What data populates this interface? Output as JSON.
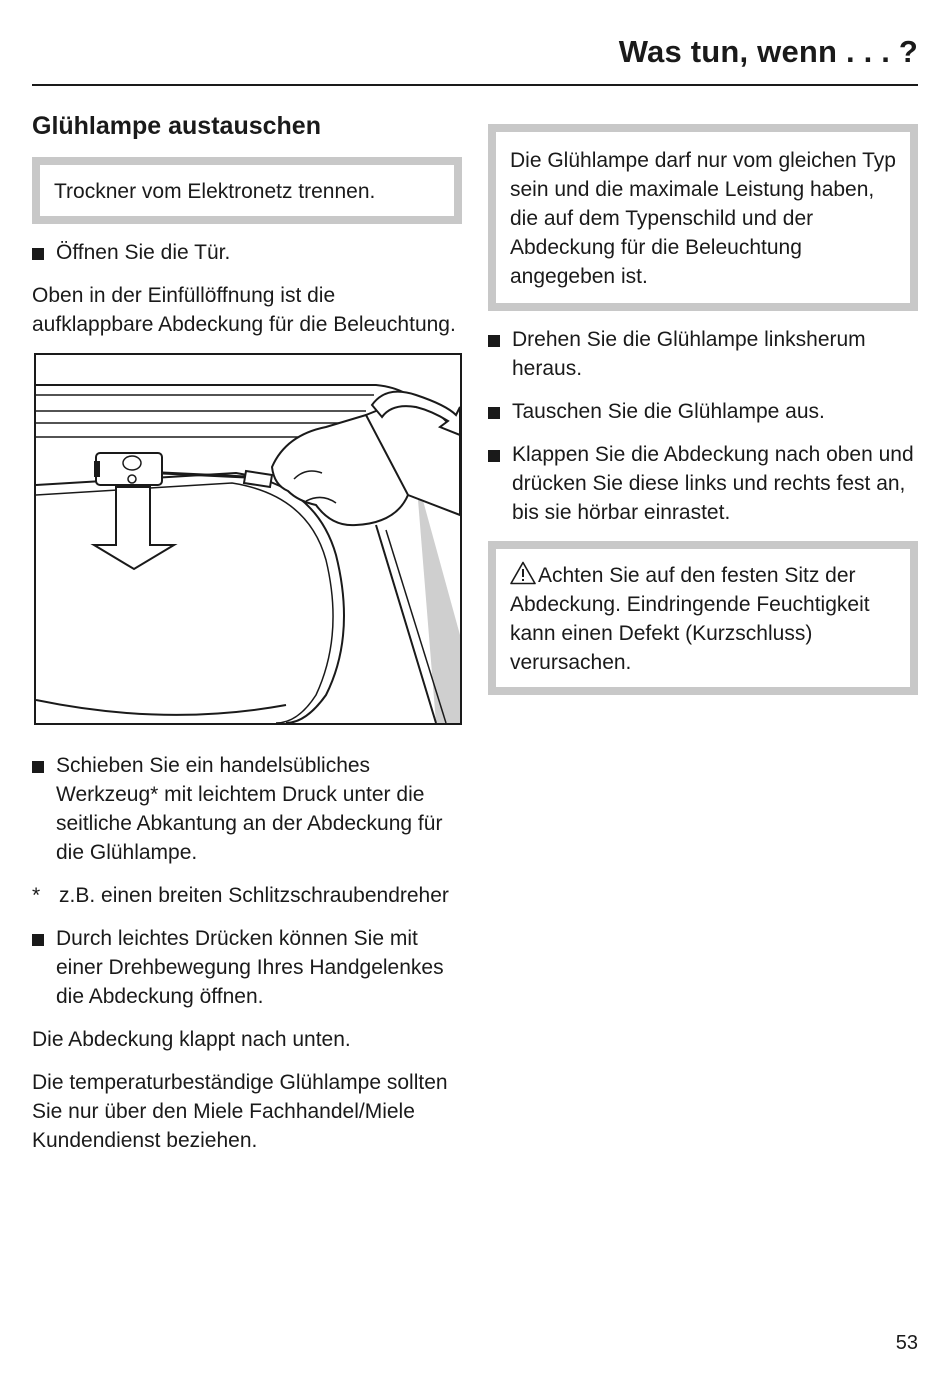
{
  "header": {
    "title": "Was tun, wenn . . . ?"
  },
  "section": {
    "title": "Glühlampe austauschen"
  },
  "left": {
    "box": "Trockner vom Elektronetz trennen.",
    "step1": "Öffnen Sie die Tür.",
    "para1": "Oben in der Einfüllöffnung ist die aufklappbare Abdeckung für die Beleuchtung.",
    "step2": "Schieben Sie ein handelsübliches Werkzeug* mit leichtem Druck unter die seitliche Abkantung an der Abdeckung für die Glühlampe.",
    "footnote_mark": "*",
    "footnote": "z.B. einen breiten Schlitzschraubendreher",
    "step3": "Durch leichtes Drücken können Sie mit einer Drehbewegung Ihres Handgelenkes die Abdeckung öffnen.",
    "para2": "Die Abdeckung klappt nach unten.",
    "para3": "Die temperaturbeständige Glühlampe sollten Sie nur über den Miele Fachhandel/Miele Kundendienst beziehen."
  },
  "right": {
    "box": "Die Glühlampe darf nur vom gleichen Typ sein und die maximale Leistung haben, die auf dem Typenschild und der Abdeckung für die Beleuchtung angegeben ist.",
    "step1": "Drehen Sie die Glühlampe linksherum heraus.",
    "step2": "Tauschen Sie die Glühlampe aus.",
    "step3": "Klappen Sie die Abdeckung nach oben und drücken Sie diese links und rechts fest an, bis sie hörbar einrastet.",
    "warning": "Achten Sie auf den festen Sitz der Abdeckung. Eindringende Feuchtigkeit kann einen Defekt (Kurzschluss) verursachen.",
    "warning_icon": "warning-triangle-icon"
  },
  "footer": {
    "page_number": "53"
  }
}
